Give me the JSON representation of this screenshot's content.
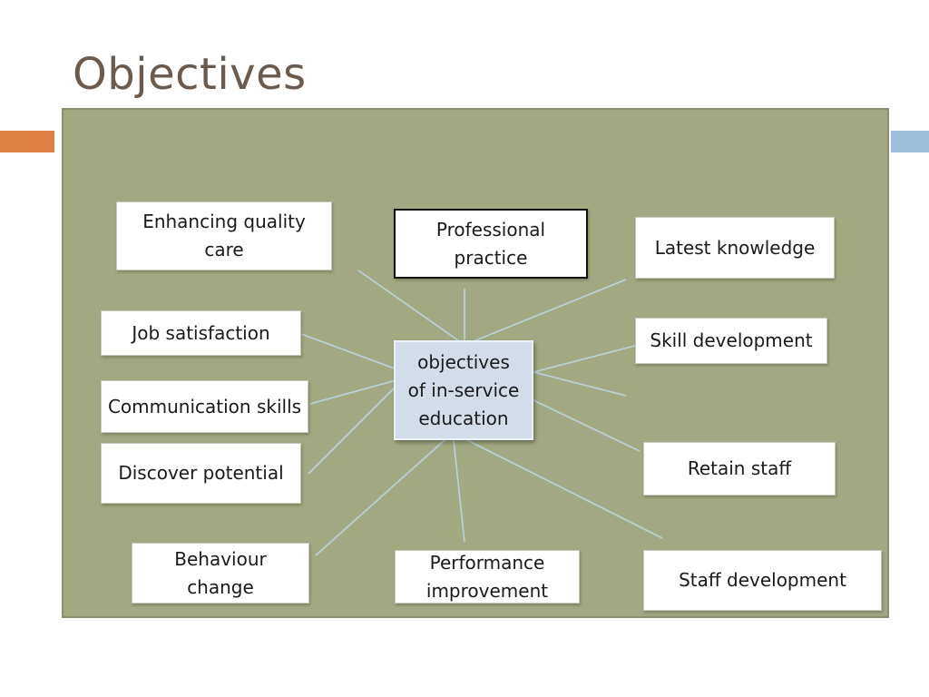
{
  "slide": {
    "title": "Objectives"
  },
  "diagram": {
    "center": "objectives\nof in-service\neducation",
    "nodes": [
      {
        "id": "enhancing-quality-care",
        "label": "Enhancing quality\ncare"
      },
      {
        "id": "professional-practice",
        "label": "Professional\npractice"
      },
      {
        "id": "latest-knowledge",
        "label": "Latest knowledge"
      },
      {
        "id": "job-satisfaction",
        "label": "Job satisfaction"
      },
      {
        "id": "skill-development",
        "label": "Skill development"
      },
      {
        "id": "communication-skills",
        "label": "Communication skills"
      },
      {
        "id": "discover-potential",
        "label": "Discover potential"
      },
      {
        "id": "retain-staff",
        "label": "Retain staff"
      },
      {
        "id": "behaviour-change",
        "label": "Behaviour\nchange"
      },
      {
        "id": "performance-improvement",
        "label": "Performance\nimprovement"
      },
      {
        "id": "staff-development",
        "label": "Staff development"
      }
    ]
  },
  "colors": {
    "panel": "#a2a982",
    "center_fill": "#d2dde9",
    "connector": "#bcd6ea",
    "title": "#6b5b4e",
    "accent_left": "#dd7f45",
    "accent_right": "#9fc0dc"
  }
}
